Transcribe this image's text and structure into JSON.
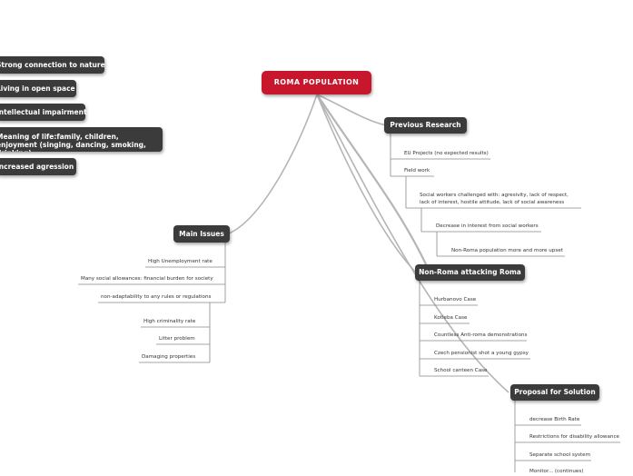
{
  "root": "ROMA POPULATION",
  "side_topics": [
    "Strong connection to nature",
    "Living in open space",
    "Intellectual impairment",
    "Meaning of life:family, children, enjoyment (singing, dancing, smoking, drinking)",
    "Increased agression"
  ],
  "main_issues": {
    "title": "Main Issues",
    "items": [
      "High Unemployment rate",
      "Many social allowances: financial burden for society",
      "non-adaptability to any rules or regulations"
    ],
    "sub_items": [
      "High criminality rate",
      "Litter problem",
      "Damaging properties"
    ]
  },
  "previous_research": {
    "title": "Previous Research",
    "items": [
      "EU Projects (no expected results)",
      "Field work"
    ],
    "social_workers": "Social workers challenged with: agresivity, lack of respect, lack of interest, hostile attitude, lack of social awareness",
    "decrease": "Decrease in interest from social workers",
    "upset": "Non-Roma population more and more upset"
  },
  "non_roma": {
    "title": "Non-Roma attacking Roma",
    "items": [
      "Hurbanovo Case",
      "Kotleba Case",
      "Countless Anti-roma demonstrations",
      "Czech pensionist shot a young gypsy",
      "School canteen Case"
    ]
  },
  "proposal": {
    "title": "Proposal for Solution",
    "items": [
      "decrease Birth Rate",
      "Restrictions for disability allowance",
      "Separate school system",
      "Monitor... (continues)"
    ]
  },
  "colors": {
    "root": "#c8162c",
    "topic": "#3b3b3b",
    "line": "#a9a9a9"
  }
}
